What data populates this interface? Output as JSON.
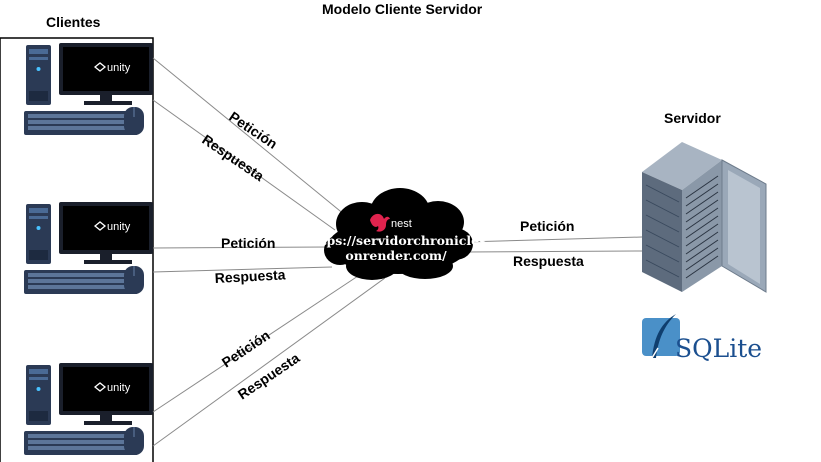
{
  "title": "Modelo Cliente Servidor",
  "clients_heading": "Clientes",
  "server_heading": "Servidor",
  "client_screen_text": "unity",
  "client_count": 3,
  "links": {
    "client1": {
      "request": "Petición",
      "response": "Respuesta"
    },
    "client2": {
      "request": "Petición",
      "response": "Respuesta"
    },
    "client3": {
      "request": "Petición",
      "response": "Respuesta"
    },
    "server": {
      "request": "Petición",
      "response": "Respuesta"
    }
  },
  "cloud": {
    "logo_text": "nest",
    "url_line1": "https://servidorchronicles",
    "url_line2": "onrender.com/"
  },
  "database_label": "SQLite",
  "colors": {
    "cloud": "#000000",
    "cloud_text": "#ffffff",
    "nest_logo": "#e0234e",
    "monitor": "#1a1f2b",
    "tower": "#2b3a55",
    "keyboard": "#2b3a55",
    "server_rack": "#7c8a99",
    "sqlite_text": "#1b4f8f",
    "sqlite_feather": "#4a90c8"
  }
}
